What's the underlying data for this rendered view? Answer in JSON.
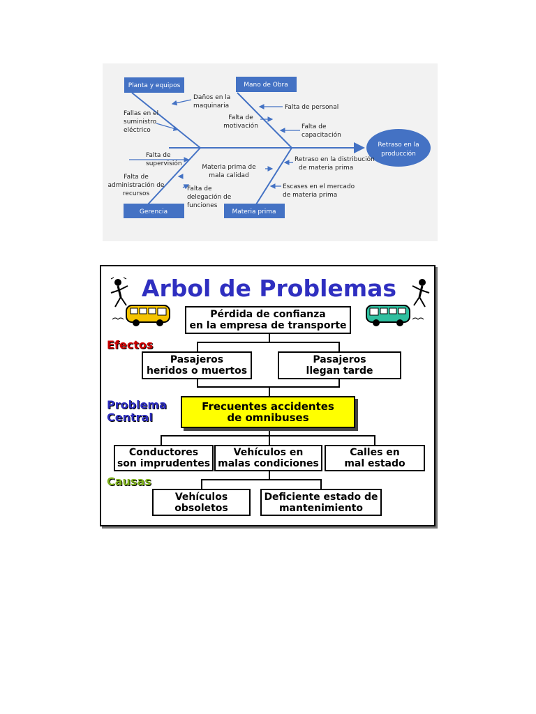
{
  "fishbone": {
    "effect": [
      "Retraso en la",
      "producción"
    ],
    "categories": {
      "planta": "Planta y equipos",
      "mano": "Mano de Obra",
      "gerencia": "Gerencia",
      "materia": "Materia prima"
    },
    "causes": {
      "danos": [
        "Daños en la",
        "maquinaria"
      ],
      "fallas": [
        "Fallas en el",
        "suministro",
        "eléctrico"
      ],
      "personal": [
        "Falta de personal"
      ],
      "motivacion": [
        "Falta de",
        "motivación"
      ],
      "capacitacion": [
        "Falta de",
        "capacitación"
      ],
      "supervision": [
        "Falta de",
        "supervisión"
      ],
      "administracion": [
        "Falta de",
        "administración de",
        "recursos"
      ],
      "delegacion": [
        "Falta de",
        "delegación de",
        "funciones"
      ],
      "materia_calidad": [
        "Materia prima de",
        "mala calidad"
      ],
      "retraso_dist": [
        "Retraso en la distribución",
        "de materia prima"
      ],
      "escases": [
        "Escases en el mercado",
        "de materia prima"
      ]
    },
    "colors": {
      "category": "#4472c4",
      "effect": "#4472c4",
      "arrow": "#4472c4"
    }
  },
  "tree": {
    "title": "Arbol de Problemas",
    "labels": {
      "efectos": "Efectos",
      "problema": "Problema",
      "central": "Central",
      "causas": "Causas"
    },
    "top_effect": [
      "Pérdida de confianza",
      "en la empresa de transporte"
    ],
    "effects": [
      [
        "Pasajeros",
        "heridos o muertos"
      ],
      [
        "Pasajeros",
        "llegan tarde"
      ]
    ],
    "central": [
      "Frecuentes accidentes",
      "de omnibuses"
    ],
    "causes": [
      [
        "Conductores",
        "son imprudentes"
      ],
      [
        "Vehículos en",
        "malas condiciones"
      ],
      [
        "Calles en",
        "mal estado"
      ]
    ],
    "sub_causes": [
      [
        "Vehículos",
        "obsoletos"
      ],
      [
        "Deficiente estado de",
        "mantenimiento"
      ]
    ],
    "colors": {
      "title": "#2f2fc0",
      "efectos": "#cc0000",
      "problema": "#2f2fc0",
      "causas": "#7fb21c",
      "central_fill": "#ffff00",
      "bus_yellow": "#f5c400",
      "bus_green": "#2fbf9f"
    }
  }
}
